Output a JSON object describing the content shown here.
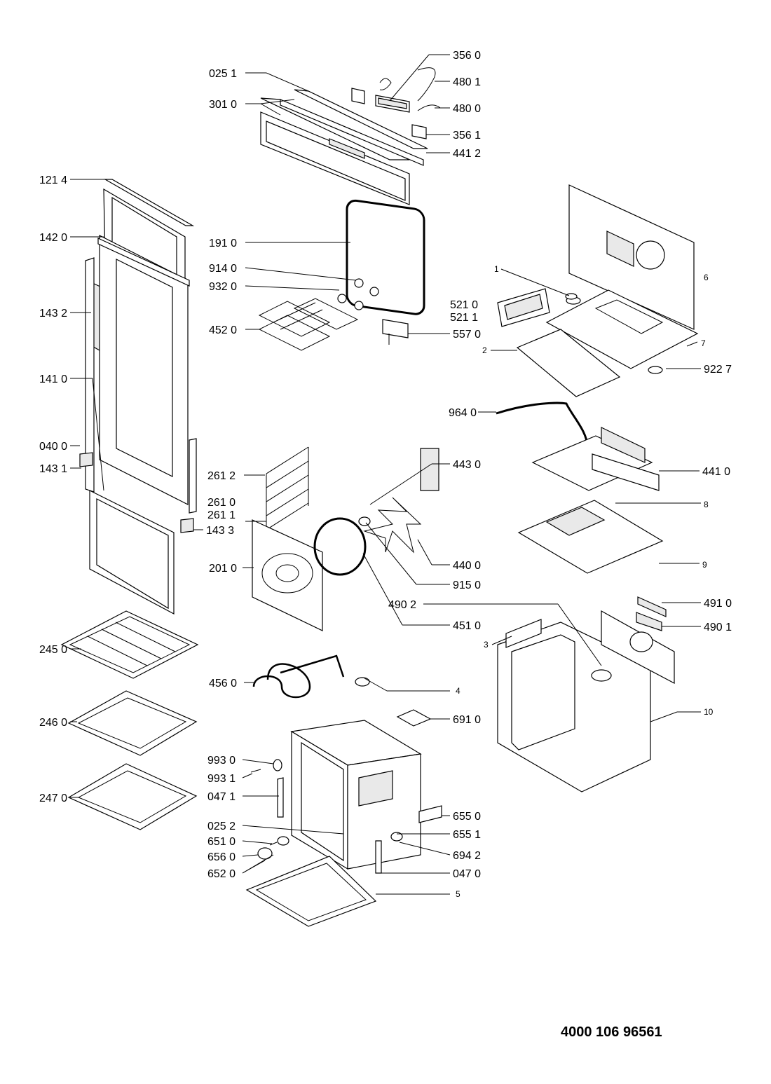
{
  "document_number": "4000 106 96561",
  "labels": {
    "l3560": "356 0",
    "l0251": "025 1",
    "l4801": "480 1",
    "l3010": "301 0",
    "l4800": "480 0",
    "l3561": "356 1",
    "l4412": "441 2",
    "l1214": "121 4",
    "l1420": "142 0",
    "l1910": "191 0",
    "l6": "6",
    "l9140": "914 0",
    "l1": "1",
    "l9320": "932 0",
    "l5210": "521 0",
    "l1432": "143 2",
    "l5211": "521 1",
    "l4520": "452 0",
    "l5570": "557 0",
    "l7": "7",
    "l2": "2",
    "l9227": "922 7",
    "l1410": "141 0",
    "l9640": "964 0",
    "l0400": "040 0",
    "l4430": "443 0",
    "l1431": "143 1",
    "l4410": "441 0",
    "l2612": "261 2",
    "l8": "8",
    "l2610": "261 0",
    "l2611": "261 1",
    "l1433": "143 3",
    "l4400": "440 0",
    "l9": "9",
    "l2010": "201 0",
    "l9150": "915 0",
    "l4910": "491 0",
    "l4902": "490 2",
    "l4510": "451 0",
    "l2450": "245 0",
    "l4901": "490 1",
    "l3": "3",
    "l4560": "456 0",
    "l4": "4",
    "l2460": "246 0",
    "l10": "10",
    "l6910": "691 0",
    "l9930": "993 0",
    "l9931": "993 1",
    "l2470": "247 0",
    "l0471": "047 1",
    "l6550": "655 0",
    "l0252": "025 2",
    "l6551": "655 1",
    "l6510": "651 0",
    "l6560": "656 0",
    "l6942": "694 2",
    "l6520": "652 0",
    "l0470": "047 0",
    "l5": "5"
  }
}
